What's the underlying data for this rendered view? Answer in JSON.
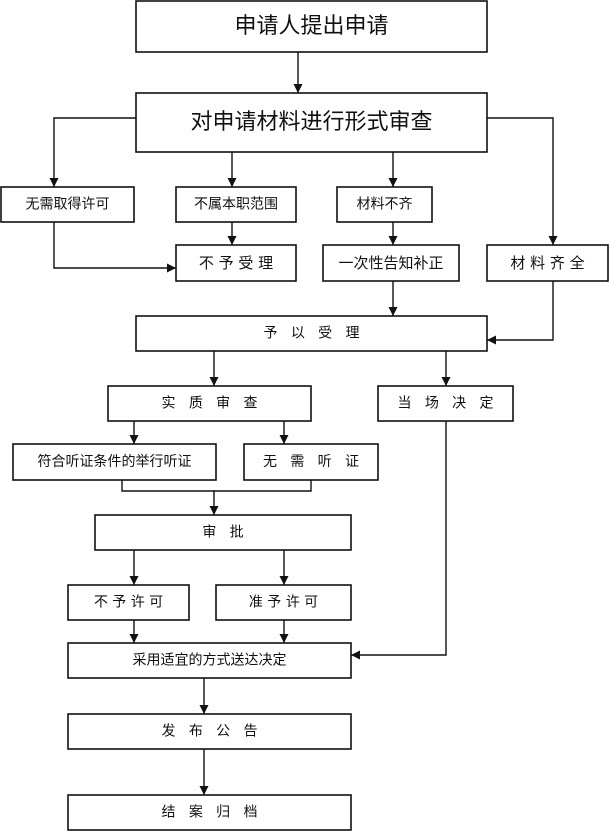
{
  "diagram": {
    "type": "flowchart",
    "nodes": [
      {
        "id": "apply",
        "label": "申请人提出申请"
      },
      {
        "id": "formal_review",
        "label": "对申请材料进行形式审查"
      },
      {
        "id": "no_license_needed",
        "label": "无需取得许可"
      },
      {
        "id": "out_of_scope",
        "label": "不属本职范围"
      },
      {
        "id": "materials_incomplete",
        "label": "材料不齐"
      },
      {
        "id": "not_accepted",
        "label": "不 予 受 理"
      },
      {
        "id": "notify_once",
        "label": "一次性告知补正"
      },
      {
        "id": "materials_complete",
        "label": "材 料 齐 全"
      },
      {
        "id": "accepted",
        "label": "予   以   受   理"
      },
      {
        "id": "substantive_review",
        "label": "实   质   审   查"
      },
      {
        "id": "on_site_decision",
        "label": "当   场   决   定"
      },
      {
        "id": "hold_hearing",
        "label": "符合听证条件的举行听证"
      },
      {
        "id": "no_hearing",
        "label": "无   需   听   证"
      },
      {
        "id": "approval",
        "label": "审   批"
      },
      {
        "id": "deny_license",
        "label": "不 予 许 可"
      },
      {
        "id": "grant_license",
        "label": "准 予 许 可"
      },
      {
        "id": "deliver_decision",
        "label": "采用适宜的方式送达决定"
      },
      {
        "id": "publish_notice",
        "label": "发   布   公   告"
      },
      {
        "id": "close_archive",
        "label": "结   案   归   档"
      }
    ],
    "edges": [
      {
        "from": "apply",
        "to": "formal_review"
      },
      {
        "from": "formal_review",
        "to": "no_license_needed"
      },
      {
        "from": "formal_review",
        "to": "out_of_scope"
      },
      {
        "from": "formal_review",
        "to": "materials_incomplete"
      },
      {
        "from": "formal_review",
        "to": "materials_complete"
      },
      {
        "from": "no_license_needed",
        "to": "not_accepted"
      },
      {
        "from": "out_of_scope",
        "to": "not_accepted"
      },
      {
        "from": "materials_incomplete",
        "to": "notify_once"
      },
      {
        "from": "notify_once",
        "to": "accepted"
      },
      {
        "from": "materials_complete",
        "to": "accepted"
      },
      {
        "from": "accepted",
        "to": "substantive_review"
      },
      {
        "from": "accepted",
        "to": "on_site_decision"
      },
      {
        "from": "substantive_review",
        "to": "hold_hearing"
      },
      {
        "from": "substantive_review",
        "to": "no_hearing"
      },
      {
        "from": "hold_hearing",
        "to": "approval"
      },
      {
        "from": "no_hearing",
        "to": "approval"
      },
      {
        "from": "approval",
        "to": "deny_license"
      },
      {
        "from": "approval",
        "to": "grant_license"
      },
      {
        "from": "deny_license",
        "to": "deliver_decision"
      },
      {
        "from": "grant_license",
        "to": "deliver_decision"
      },
      {
        "from": "on_site_decision",
        "to": "deliver_decision"
      },
      {
        "from": "deliver_decision",
        "to": "publish_notice"
      },
      {
        "from": "publish_notice",
        "to": "close_archive"
      }
    ]
  },
  "colors": {
    "line": "#111111",
    "background": "#ffffff"
  }
}
